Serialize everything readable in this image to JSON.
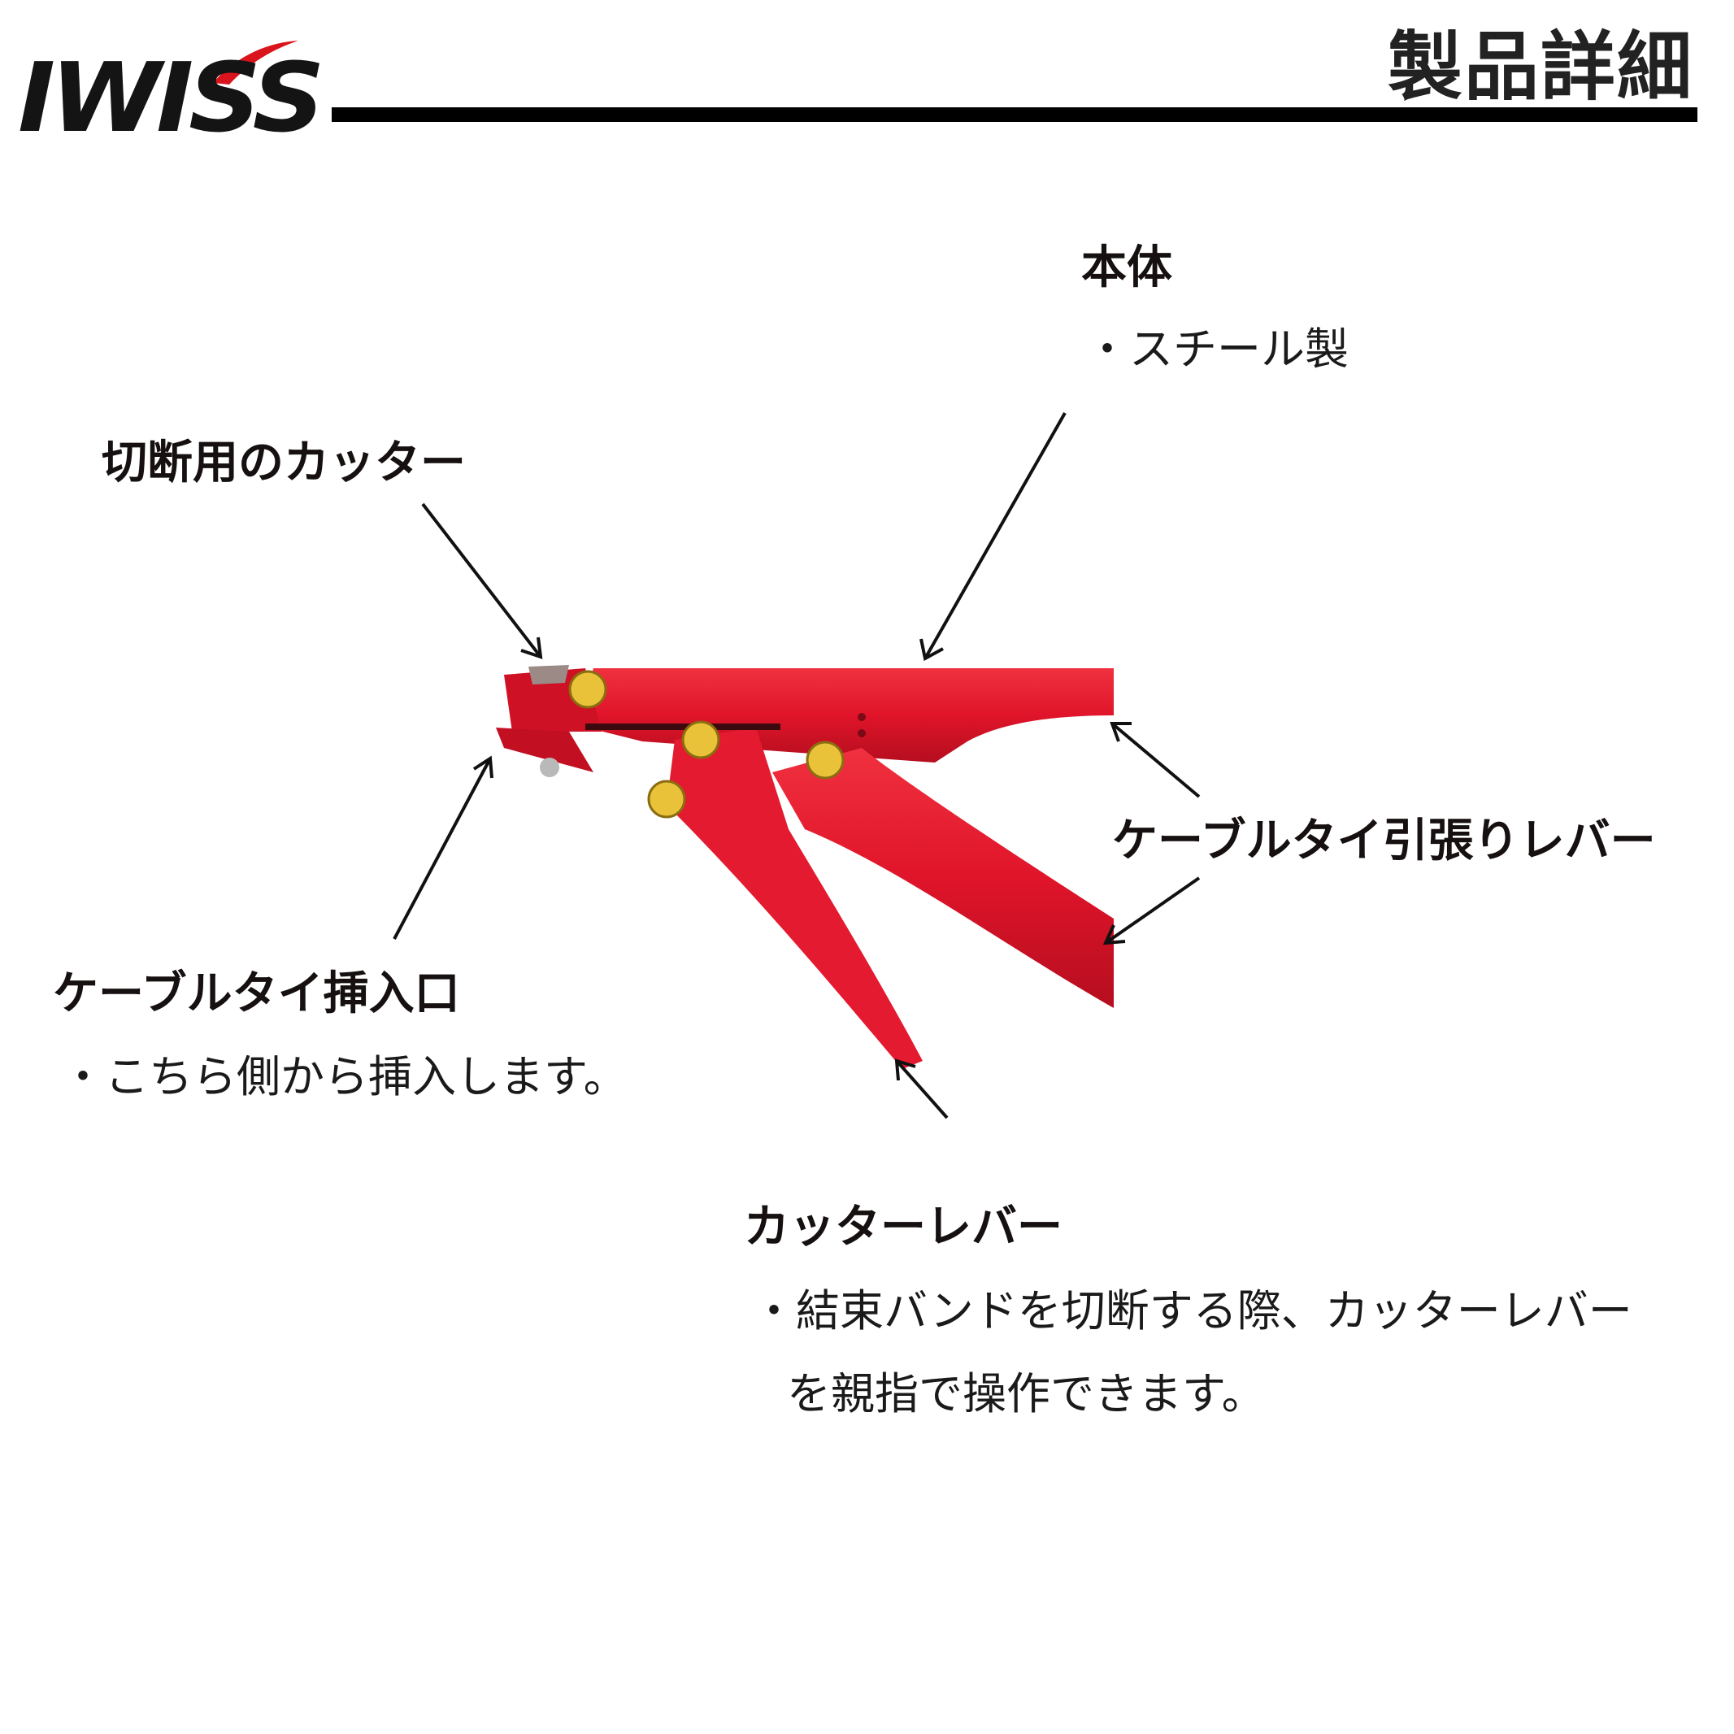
{
  "brand": {
    "logo_text": "IWISS",
    "swoosh_color": "#d9141c"
  },
  "header": {
    "title": "製品詳細"
  },
  "callouts": {
    "body": {
      "heading": "本体",
      "desc": "・スチール製"
    },
    "cutter": {
      "heading": "切断用のカッター"
    },
    "tension_lever": {
      "heading": "ケーブルタイ引張りレバー"
    },
    "insertion": {
      "heading": "ケーブルタイ挿入口",
      "desc": "・こちら側から挿入します。"
    },
    "cutter_lever": {
      "heading": "カッターレバー",
      "desc_line1": "・結束バンドを切断する際、カッターレバー",
      "desc_line2": "を親指で操作できます。"
    }
  },
  "colors": {
    "tool_red": "#e0142a",
    "tool_dark_red": "#a30d1d",
    "bolt_gold": "#e9c23a",
    "ink": "#111111"
  }
}
